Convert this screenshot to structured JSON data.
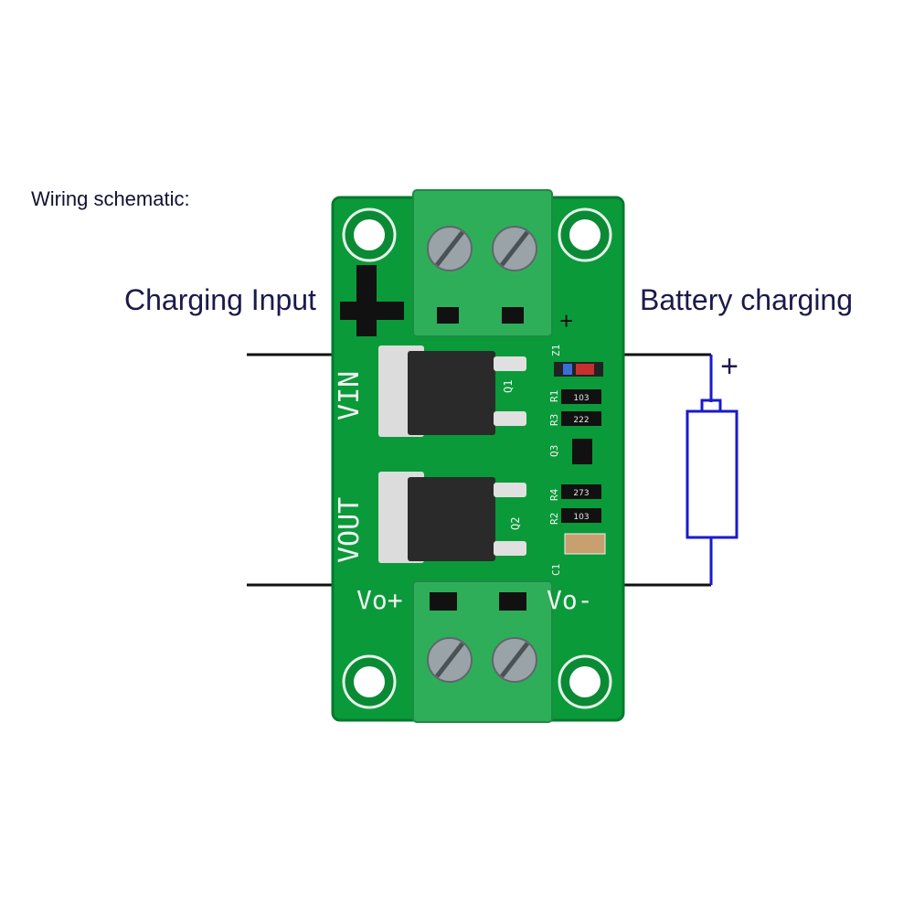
{
  "heading": "Wiring schematic:",
  "labels": {
    "input": "Charging Input",
    "battery": "Battery charging"
  },
  "board": {
    "silkscreen": {
      "vin": "VIN",
      "vout": "VOUT",
      "vo_plus": "Vo+",
      "vo_minus": "Vo-",
      "q1": "Q1",
      "q2": "Q2",
      "q3": "Q3",
      "z1": "Z1",
      "r1": "R1",
      "r2": "R2",
      "r3": "R3",
      "r4": "R4",
      "c1": "C1"
    },
    "resistor_codes": {
      "r1": "103",
      "r3": "222",
      "r4": "273",
      "r2": "103"
    },
    "marker_plus": "+"
  },
  "battery_symbol": {
    "plus": "+"
  },
  "colors": {
    "pcb": "#0a9a3a",
    "pcb_edge": "#067a2c",
    "terminal": "#2fae5a",
    "wire": "#111111",
    "battery_wire": "#1a1acc",
    "label_text": "#1a1a4a"
  }
}
